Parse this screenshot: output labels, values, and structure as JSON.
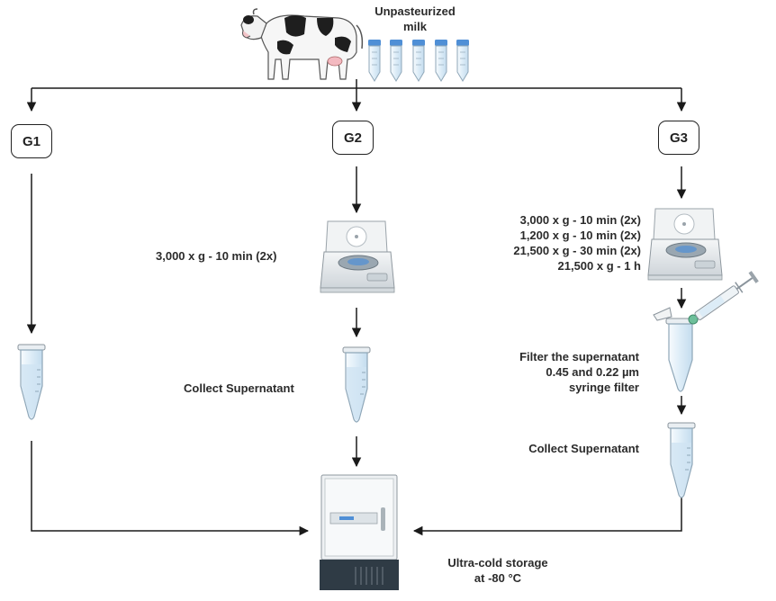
{
  "source": {
    "label_line1": "Unpasteurized",
    "label_line2": "milk"
  },
  "groups": {
    "g1": {
      "label": "G1"
    },
    "g2": {
      "label": "G2",
      "centrifuge_step": "3,000 x g - 10 min (2x)",
      "collect_label": "Collect Supernatant"
    },
    "g3": {
      "label": "G3",
      "centrifuge_steps": [
        "3,000 x g - 10 min (2x)",
        "1,200 x g - 10 min (2x)",
        "21,500 x g - 30 min (2x)",
        "21,500 x g - 1 h"
      ],
      "filter_label": [
        "Filter the supernatant",
        "0.45 and 0.22 µm",
        "syringe filter"
      ],
      "collect_label": "Collect Supernatant"
    }
  },
  "storage": {
    "label_line1": "Ultra-cold storage",
    "label_line2": "at -80 °C"
  },
  "colors": {
    "line": "#1a1a1a",
    "tube_fill": "#dcecf7",
    "tube_cap": "#4f8fd6",
    "freezer_body": "#eef1f3",
    "freezer_base": "#2f3b45"
  }
}
